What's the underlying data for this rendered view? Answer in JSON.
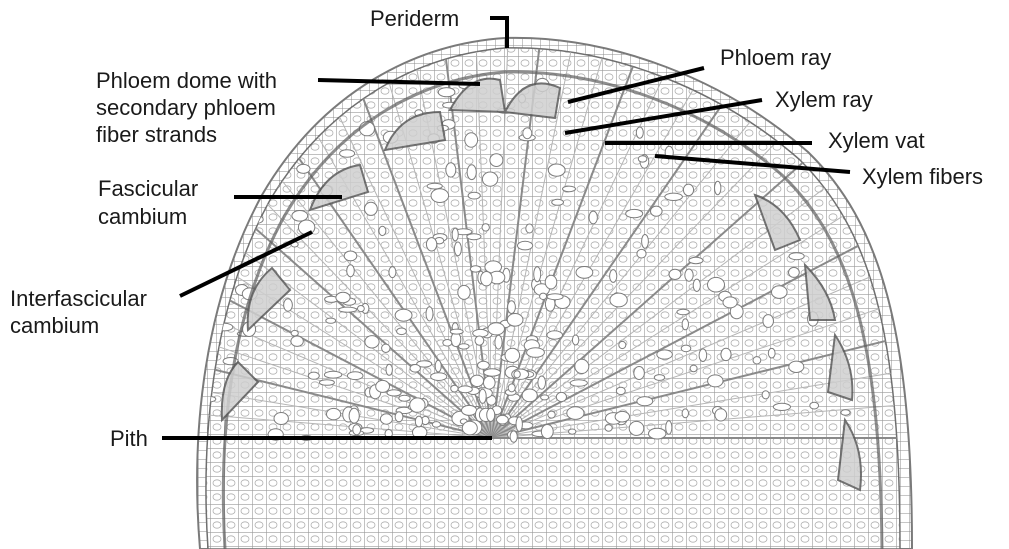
{
  "diagram": {
    "labels": {
      "periderm": "Periderm",
      "phloem_dome_line1": "Phloem dome with",
      "phloem_dome_line2": "secondary phloem",
      "phloem_dome_line3": "fiber strands",
      "phloem_ray": "Phloem ray",
      "xylem_ray": "Xylem ray",
      "xylem_vat": "Xylem vat",
      "xylem_fibers": "Xylem fibers",
      "fascicular_line1": "Fascicular",
      "fascicular_line2": "cambium",
      "interfascicular_line1": "Interfascicular",
      "interfascicular_line2": "cambium",
      "pith": "Pith"
    },
    "colors": {
      "tissue": "#7a7a7a",
      "tissue_light": "#a9a9a9",
      "cambium": "#5e5e5e",
      "leader": "#000000",
      "text": "#1a1a1a"
    }
  }
}
